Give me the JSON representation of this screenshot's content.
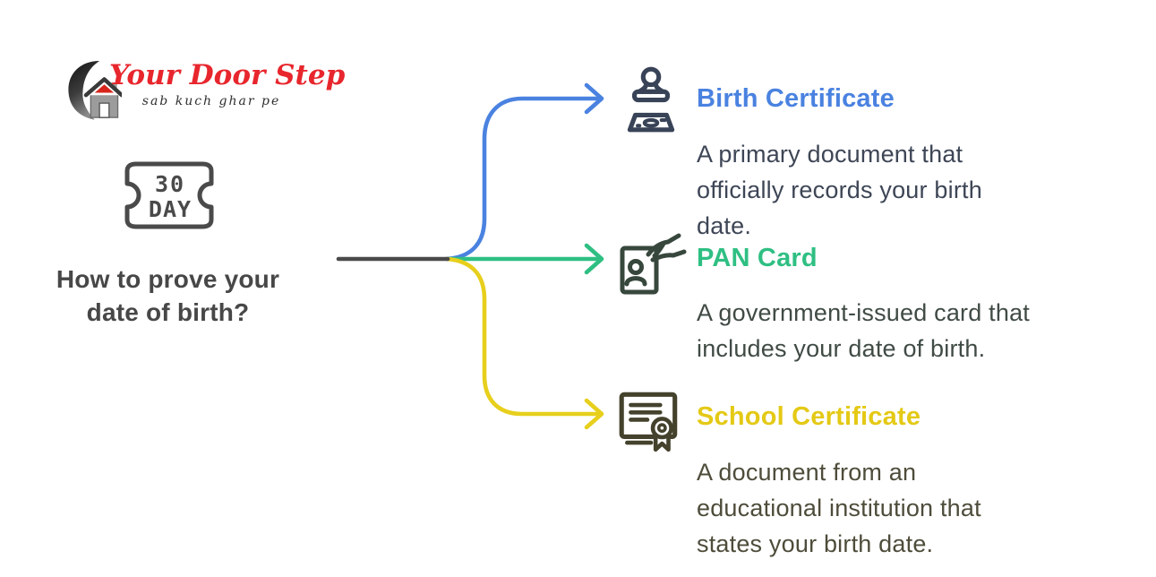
{
  "logo": {
    "brand": "Your Door Step",
    "tagline": "sab kuch ghar pe",
    "brand_color": "#e8262d",
    "icon": "house-doorstep-logo-icon"
  },
  "badge": {
    "icon": "ticket-icon",
    "line1": "30",
    "line2": "DAY"
  },
  "root": {
    "title_line1": "How to prove your",
    "title_line2": "date of birth?",
    "title_color": "#474747"
  },
  "connector": {
    "trunk_color": "#4a4a4a",
    "branch_colors": [
      "#4a82e0",
      "#2fbf83",
      "#e7cf1c"
    ]
  },
  "sections": [
    {
      "id": "birth-certificate",
      "label": "Birth Certificate",
      "accent_color": "#4a82e0",
      "icon": "stamp-icon",
      "icon_color": "#384357",
      "text_color": "#3e4656",
      "description": "A primary document that officially records your birth date.",
      "description_lines": [
        "A primary document that",
        "officially records your birth",
        "date."
      ]
    },
    {
      "id": "pan-card",
      "label": "PAN Card",
      "accent_color": "#2fbf83",
      "icon": "id-card-in-hand-icon",
      "icon_color": "#37473c",
      "text_color": "#404b44",
      "description": "A government-issued card that includes your date of birth.",
      "description_lines": [
        "A government-issued card that",
        "includes your date of birth."
      ]
    },
    {
      "id": "school-certificate",
      "label": "School Certificate",
      "accent_color": "#e4c915",
      "icon": "certificate-ribbon-icon",
      "icon_color": "#44422c",
      "text_color": "#4e4c3a",
      "description": "A document from an educational institution that states your birth date.",
      "description_lines": [
        "A document from an",
        "educational institution that",
        "states your birth date."
      ]
    }
  ]
}
